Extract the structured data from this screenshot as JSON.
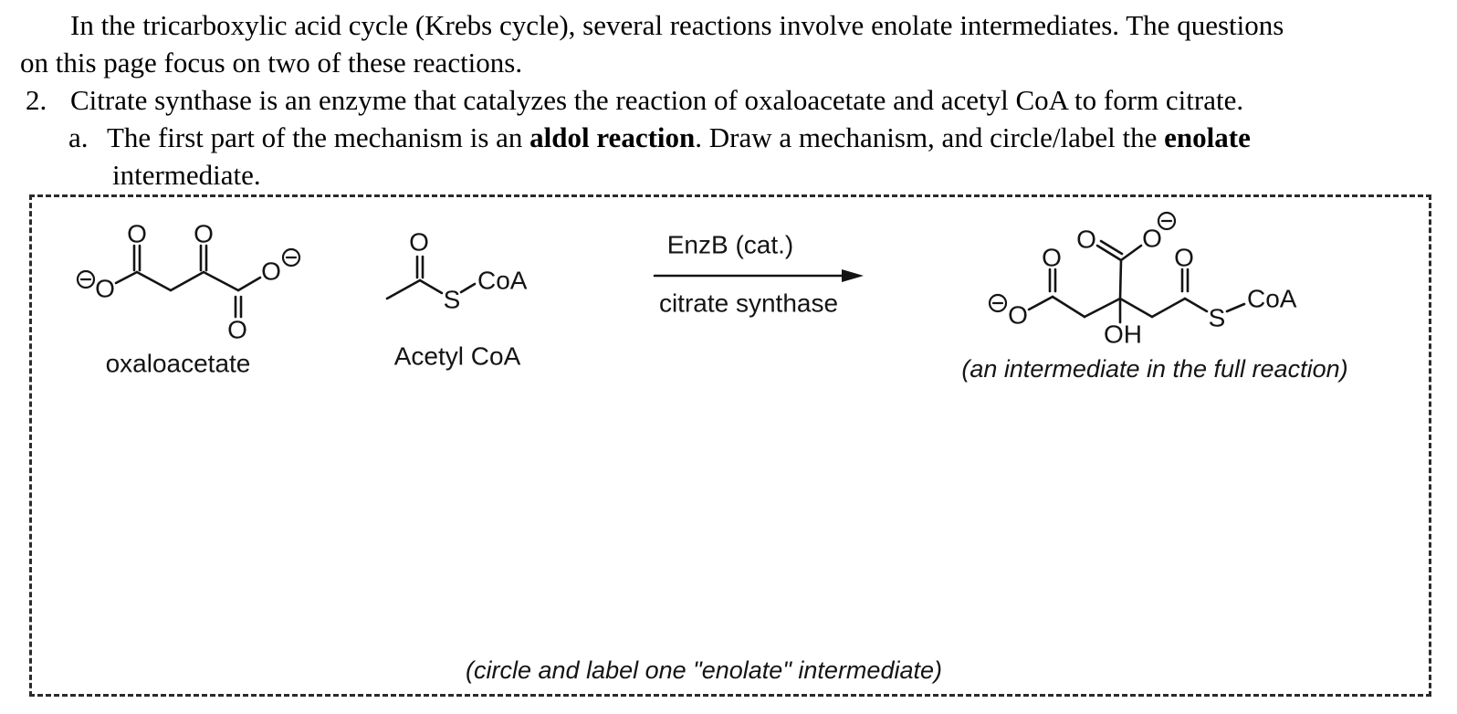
{
  "ink_color": "#141414",
  "text": {
    "intro_line1": "In the tricarboxylic acid cycle (Krebs cycle), several reactions involve enolate intermediates. The questions",
    "intro_line2": "on this page focus on two of these reactions.",
    "q2_number": "2.",
    "q2_text": "Citrate synthase is an enzyme that catalyzes the reaction of oxaloacetate and acetyl CoA to form citrate.",
    "q2a_letter": "a.",
    "q2a_part1": "The first part of the mechanism is an ",
    "q2a_bold1": "aldol reaction",
    "q2a_part2": ". Draw a mechanism, and circle/label the ",
    "q2a_bold2": "enolate",
    "q2a_line2": "intermediate."
  },
  "scheme": {
    "reactant1_name": "oxaloacetate",
    "reactant2_name": "Acetyl CoA",
    "arrow_top_label": "EnzB (cat.)",
    "arrow_bottom_label": "citrate synthase",
    "product_caption": "(an intermediate in the full reaction)",
    "box_instruction": "(circle and label one \"enolate\" intermediate)",
    "atoms": {
      "oxygen": "O",
      "sulfur": "S",
      "coa": "CoA",
      "hydroxyl": "OH"
    },
    "icons": {
      "minus_charge_icon": "circled-minus"
    }
  }
}
